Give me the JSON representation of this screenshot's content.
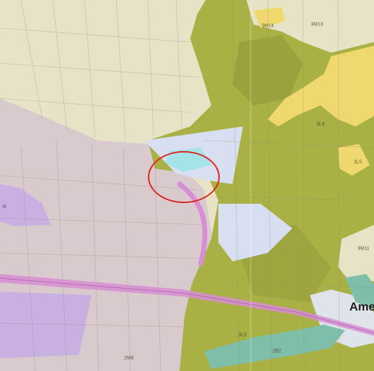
{
  "colors": {
    "pale_yellow": "#e6e3c7",
    "mauve": "#d8cacd",
    "olive": "#a9b044",
    "olive_dark": "#939a38",
    "yellow": "#efd96f",
    "lavender": "#c8b0e2",
    "pale_blue": "#d8dff0",
    "lake": "#8fe6e6",
    "pink_road": "#d88ed4",
    "teal": "#7fbea8",
    "highlight_ring": "#e0231c"
  },
  "labels": [
    {
      "id": "3m14",
      "text": "3M14"
    },
    {
      "id": "3m13",
      "text": "3M13"
    },
    {
      "id": "3l4",
      "text": "3L4"
    },
    {
      "id": "3l5",
      "text": "3L5"
    },
    {
      "id": "3m11",
      "text": "3M11"
    },
    {
      "id": "3l3",
      "text": "3L3"
    },
    {
      "id": "2b2",
      "text": "2B2"
    },
    {
      "id": "2m9",
      "text": "2M9"
    },
    {
      "id": "left_edge",
      "text": "al"
    }
  ],
  "town_label": "Ame",
  "highlight": {
    "shape": "circle",
    "color": "#e0231c"
  }
}
